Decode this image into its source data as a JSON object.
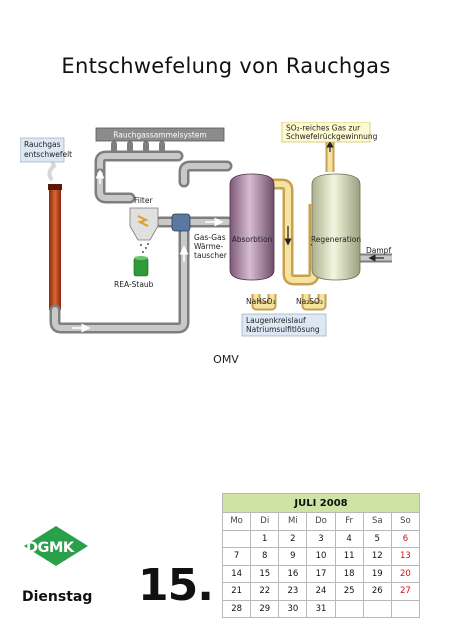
{
  "page": {
    "title": "Entschwefelung von Rauchgas",
    "credit": "OMV"
  },
  "diagram": {
    "labels": {
      "clean_gas": "Rauchgas entschwefelt",
      "collector": "Rauchgassammelsystem",
      "so2_gas": "SO2-reiches Gas zur Schwefelrückgewinnung",
      "filter": "Filter",
      "exchanger": "Gas-Gas Wärme-tauscher",
      "absorption": "Absorbtion",
      "regeneration": "Regeneration",
      "steam": "Dampf",
      "dust": "REA-Staub",
      "nahso3": "NaHSO3",
      "na2so3": "Na2SO3",
      "loop": "Laugenkreislauf Natriumsulfitlösung"
    }
  },
  "calendar": {
    "month": "JULI 2008",
    "weekdays": [
      "Mo",
      "Di",
      "Mi",
      "Do",
      "Fr",
      "Sa",
      "So"
    ],
    "weeks": [
      [
        "",
        "1",
        "2",
        "3",
        "4",
        "5",
        "6"
      ],
      [
        "7",
        "8",
        "9",
        "10",
        "11",
        "12",
        "13"
      ],
      [
        "14",
        "15",
        "16",
        "17",
        "18",
        "19",
        "20"
      ],
      [
        "21",
        "22",
        "23",
        "24",
        "25",
        "26",
        "27"
      ],
      [
        "28",
        "29",
        "30",
        "31",
        "",
        "",
        ""
      ]
    ]
  },
  "footer": {
    "weekday": "Dienstag",
    "day": "15.",
    "logo": "DGMK"
  },
  "colors": {
    "calendar_header": "#cfe3a6",
    "sunday": "#d01010",
    "logo_green": "#2aa04a"
  }
}
